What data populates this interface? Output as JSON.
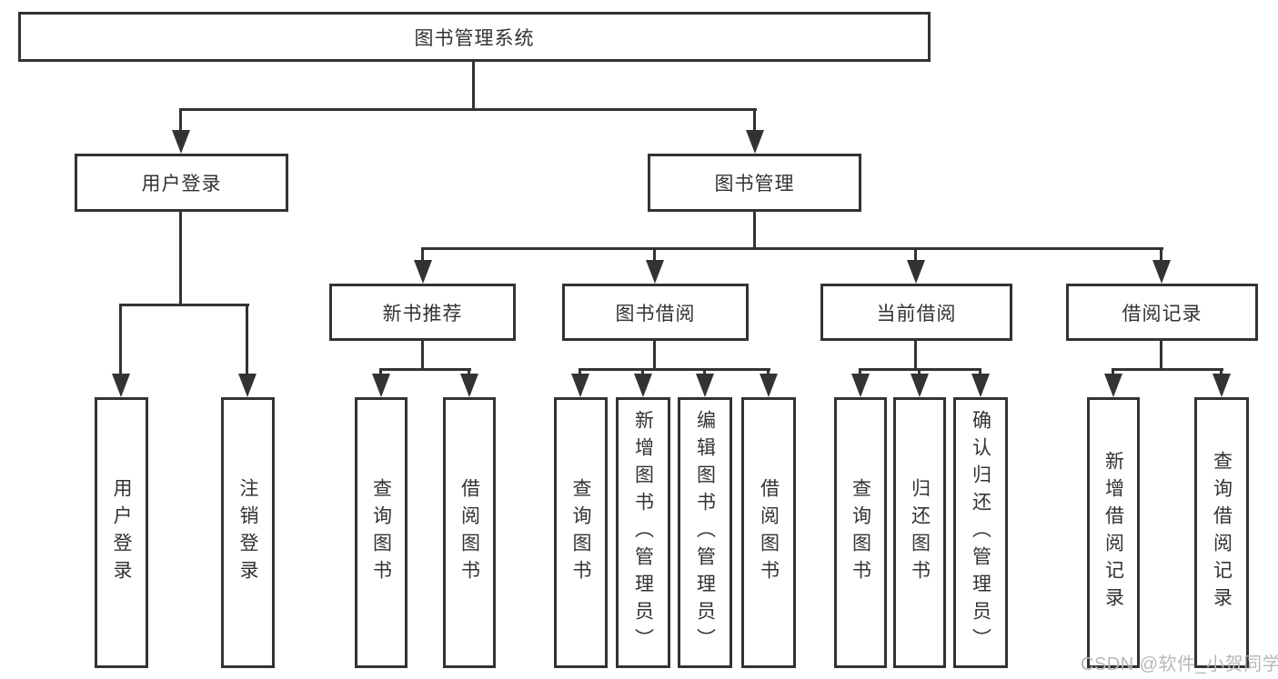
{
  "diagram": {
    "type": "hierarchy-tree",
    "colors": {
      "line": "#333333",
      "text": "#333333",
      "box_fill": "#ffffff",
      "background": "#ffffff",
      "watermark": "#b8b8b8"
    },
    "nodes": {
      "root": {
        "label": "图书管理系统"
      },
      "user_login": {
        "label": "用户登录",
        "children": [
          "用户登录",
          "注销登录"
        ]
      },
      "book_mgmt": {
        "label": "图书管理"
      },
      "new_book_rec": {
        "label": "新书推荐",
        "children": [
          "查询图书",
          "借阅图书"
        ]
      },
      "book_borrow": {
        "label": "图书借阅",
        "children": [
          "查询图书",
          "新增图书（管理员）",
          "编辑图书（管理员）",
          "借阅图书"
        ]
      },
      "current_borrow": {
        "label": "当前借阅",
        "children": [
          "查询图书",
          "归还图书",
          "确认归还（管理员）"
        ]
      },
      "borrow_record": {
        "label": "借阅记录",
        "children": [
          "新增借阅记录",
          "查询借阅记录"
        ]
      }
    }
  },
  "watermark": {
    "text": "CSDN @软件_小贺同学"
  }
}
